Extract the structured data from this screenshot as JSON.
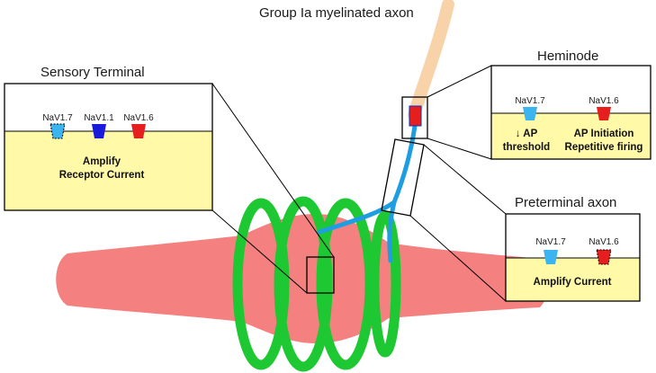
{
  "title": "Group Ia myelinated axon",
  "colors": {
    "muscle": "#F48080",
    "spiral": "#1EC832",
    "myelin": "#F8D2A8",
    "axon": "#1E9EE0",
    "terminal_fill": "#FFF9A8",
    "nav17": "#3BB4F0",
    "nav11": "#1A1ADC",
    "nav16": "#E61E1E"
  },
  "sensory_terminal": {
    "title": "Sensory Terminal",
    "channels": [
      "NaV1.7",
      "NaV1.1",
      "NaV1.6"
    ],
    "text_line1": "Amplify",
    "text_line2": "Receptor Current"
  },
  "heminode": {
    "title": "Heminode",
    "channels": [
      "NaV1.7",
      "NaV1.6"
    ],
    "left_line1": "↓ AP",
    "left_line2": "threshold",
    "right_line1": "AP Initiation",
    "right_line2": "Repetitive firing"
  },
  "preterminal": {
    "title": "Preterminal axon",
    "channels": [
      "NaV1.7",
      "NaV1.6"
    ],
    "text": "Amplify Current"
  }
}
